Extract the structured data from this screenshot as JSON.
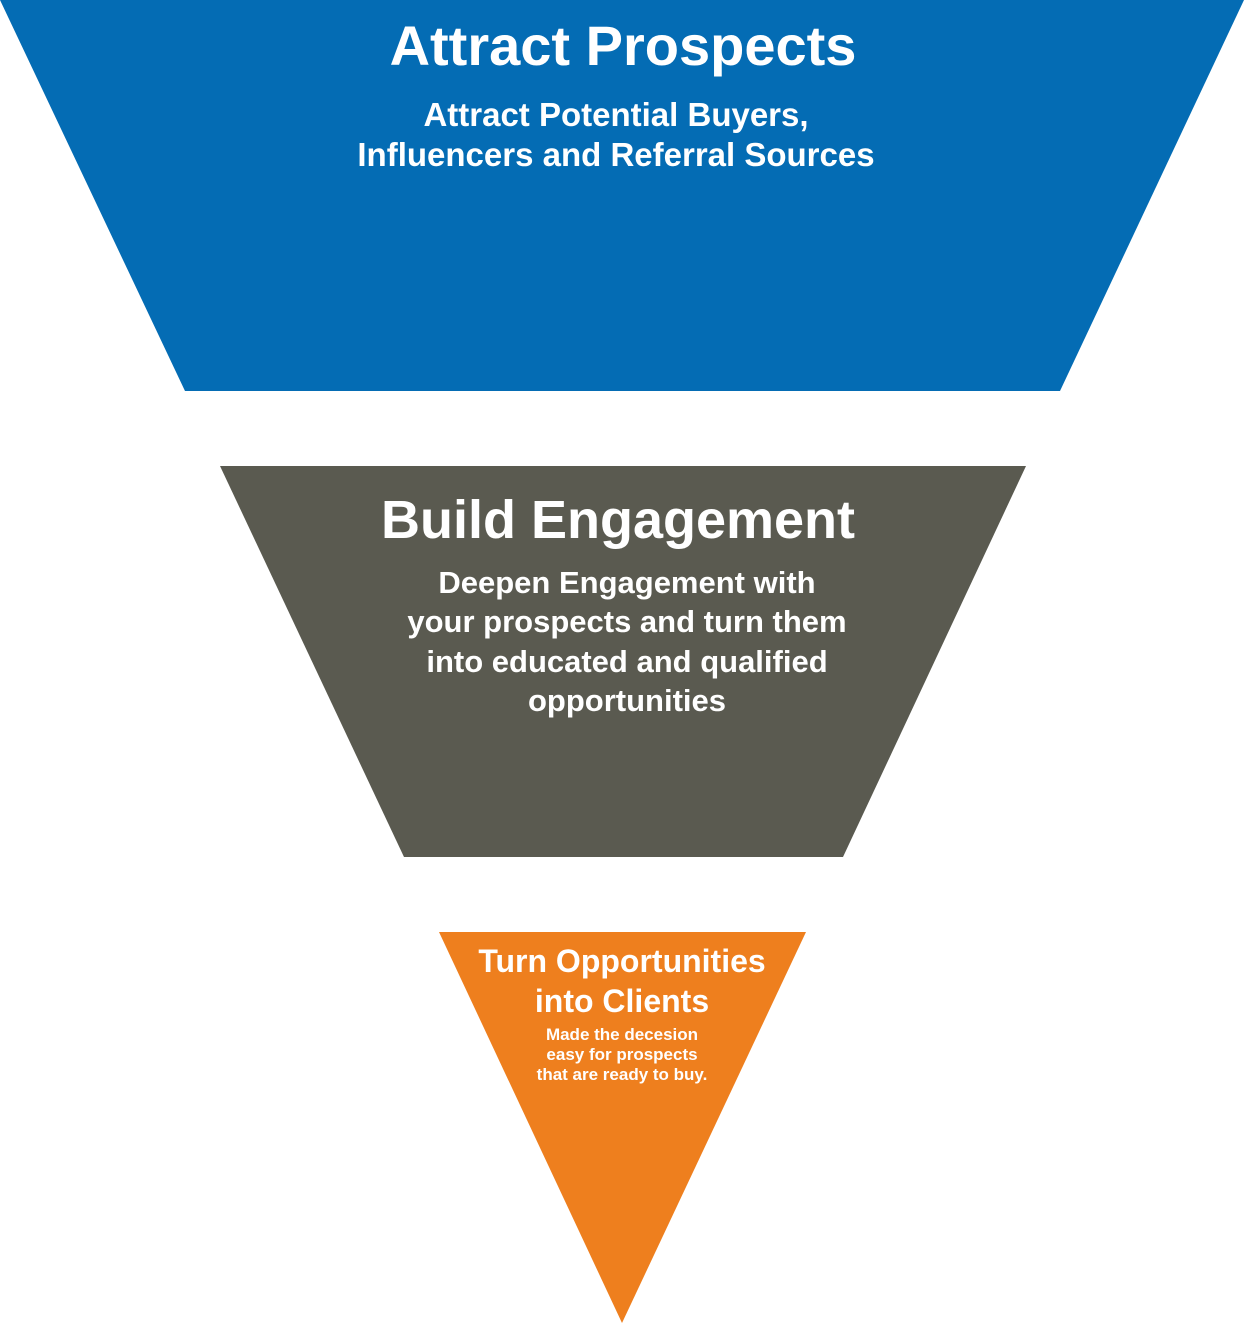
{
  "colors": {
    "stage1": "#046cb4",
    "stage2": "#5a5a50",
    "stage3": "#ee7f1e",
    "text": "#ffffff"
  },
  "stages": [
    {
      "title": "Attract Prospects",
      "description": "Attract Potential Buyers,\nInfluencers and Referral Sources"
    },
    {
      "title": "Build Engagement",
      "description": "Deepen Engagement with\nyour prospects and turn them\ninto educated and qualified\nopportunities"
    },
    {
      "title": "Turn Opportunities\ninto Clients",
      "description": "Made the decesion\neasy for prospects\nthat are ready to buy."
    }
  ]
}
